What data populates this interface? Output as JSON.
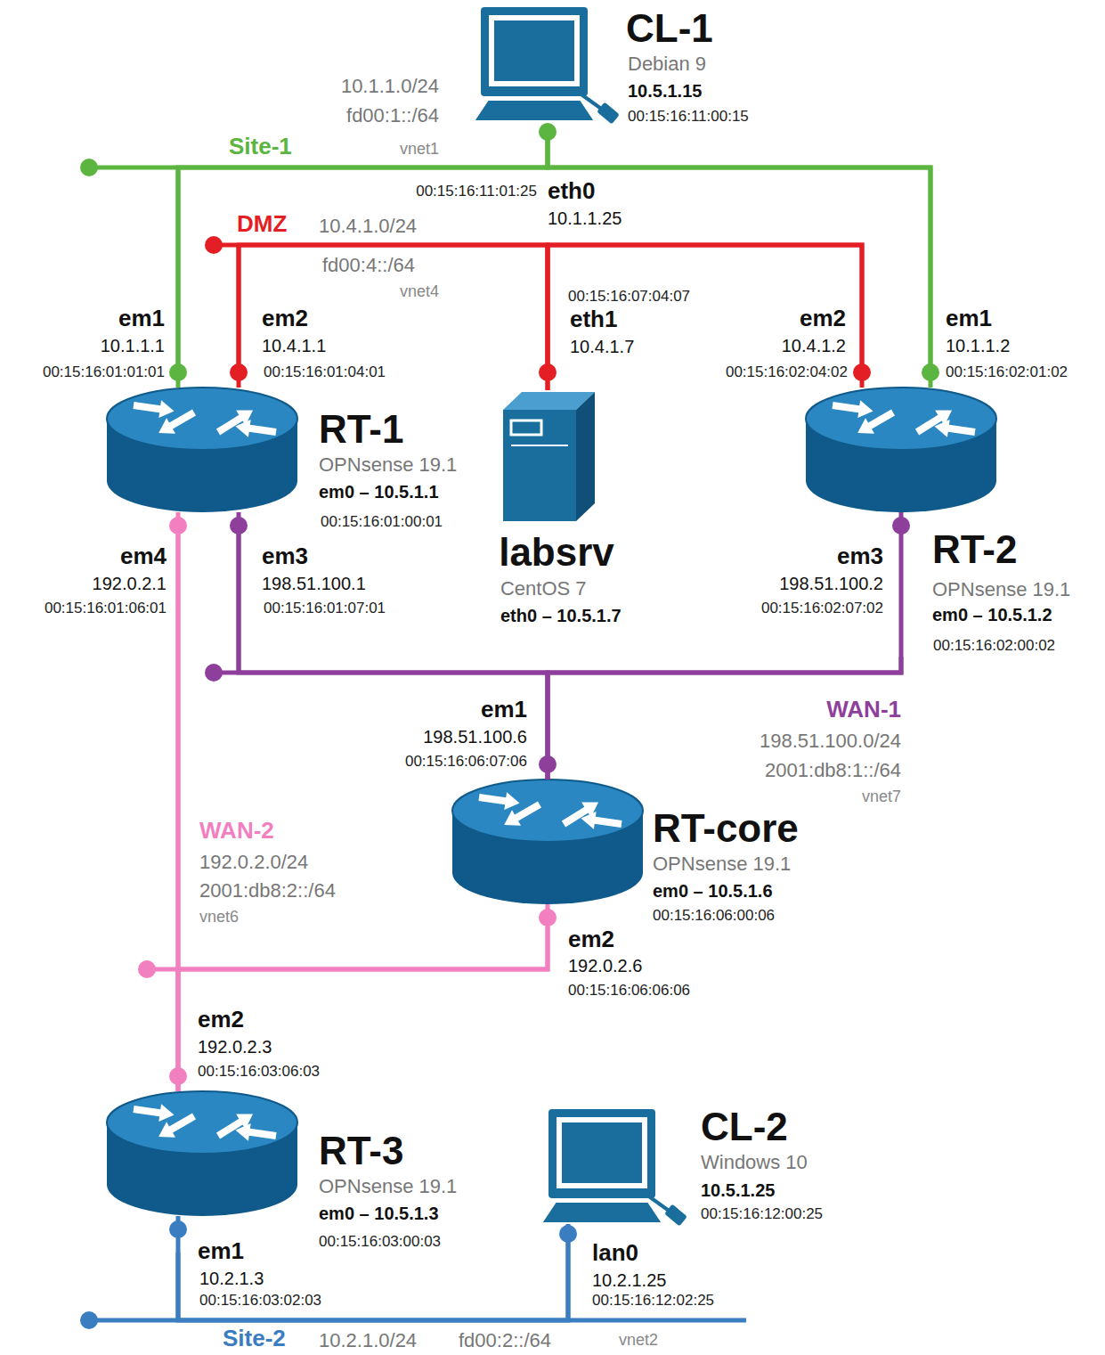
{
  "diagram": {
    "nodes": [
      {
        "text": [
          "CL-1",
          "Debian 9",
          "10.5.1.15",
          "00:15:16:11:00:15"
        ]
      },
      {
        "text": [
          "RT-1",
          "OPNsense 19.1",
          "em0 – 10.5.1.1",
          "00:15:16:01:00:01"
        ]
      },
      {
        "text": [
          "labsrv",
          "CentOS 7",
          "eth0 – 10.5.1.7"
        ]
      },
      {
        "text": [
          "RT-2",
          "OPNsense 19.1",
          "em0 – 10.5.1.2",
          "00:15:16:02:00:02"
        ]
      },
      {
        "text": [
          "RT-core",
          "OPNsense 19.1",
          "em0 – 10.5.1.6",
          "00:15:16:06:00:06"
        ]
      },
      {
        "text": [
          "RT-3",
          "OPNsense 19.1",
          "em0 – 10.5.1.3",
          "00:15:16:03:00:03"
        ]
      },
      {
        "text": [
          "CL-2",
          "Windows 10",
          "10.5.1.25",
          "00:15:16:12:00:25"
        ]
      }
    ],
    "edges": [
      {
        "from": 1,
        "to": 0,
        "arrow": "none"
      },
      {
        "from": 0,
        "to": 3,
        "arrow": "none"
      },
      {
        "from": 1,
        "to": 2,
        "arrow": "none"
      },
      {
        "from": 2,
        "to": 3,
        "arrow": "none"
      },
      {
        "from": 1,
        "to": 4,
        "arrow": "none"
      },
      {
        "from": 4,
        "to": 3,
        "arrow": "none"
      },
      {
        "from": 1,
        "to": 5,
        "arrow": "none"
      },
      {
        "from": 4,
        "to": 5,
        "arrow": "none"
      },
      {
        "from": 5,
        "to": 6,
        "arrow": "none"
      }
    ],
    "labels": [
      "10.1.1.0/24",
      "fd00:1::/64",
      "Site-1",
      "vnet1",
      "00:15:16:11:01:25",
      "eth0",
      "10.1.1.25",
      "DMZ",
      "10.4.1.0/24",
      "fd00:4::/64",
      "vnet4",
      "00:15:16:07:04:07",
      "eth1",
      "10.4.1.7",
      "em1",
      "10.1.1.1",
      "00:15:16:01:01:01",
      "em2",
      "10.4.1.1",
      "00:15:16:01:04:01",
      "em2",
      "10.4.1.2",
      "00:15:16:02:04:02",
      "em1",
      "10.1.1.2",
      "00:15:16:02:01:02",
      "em4",
      "192.0.2.1",
      "00:15:16:01:06:01",
      "em3",
      "198.51.100.1",
      "00:15:16:01:07:01",
      "em3",
      "198.51.100.2",
      "00:15:16:02:07:02",
      "em1",
      "198.51.100.6",
      "00:15:16:06:07:06",
      "WAN-1",
      "198.51.100.0/24",
      "2001:db8:1::/64",
      "vnet7",
      "WAN-2",
      "192.0.2.0/24",
      "2001:db8:2::/64",
      "vnet6",
      "em2",
      "192.0.2.6",
      "00:15:16:06:06:06",
      "em2",
      "192.0.2.3",
      "00:15:16:03:06:03",
      "em1",
      "10.2.1.3",
      "00:15:16:03:02:03",
      "lan0",
      "10.2.1.25",
      "00:15:16:12:02:25",
      "Site-2",
      "10.2.1.0/24",
      "fd00:2::/64",
      "vnet2"
    ]
  }
}
